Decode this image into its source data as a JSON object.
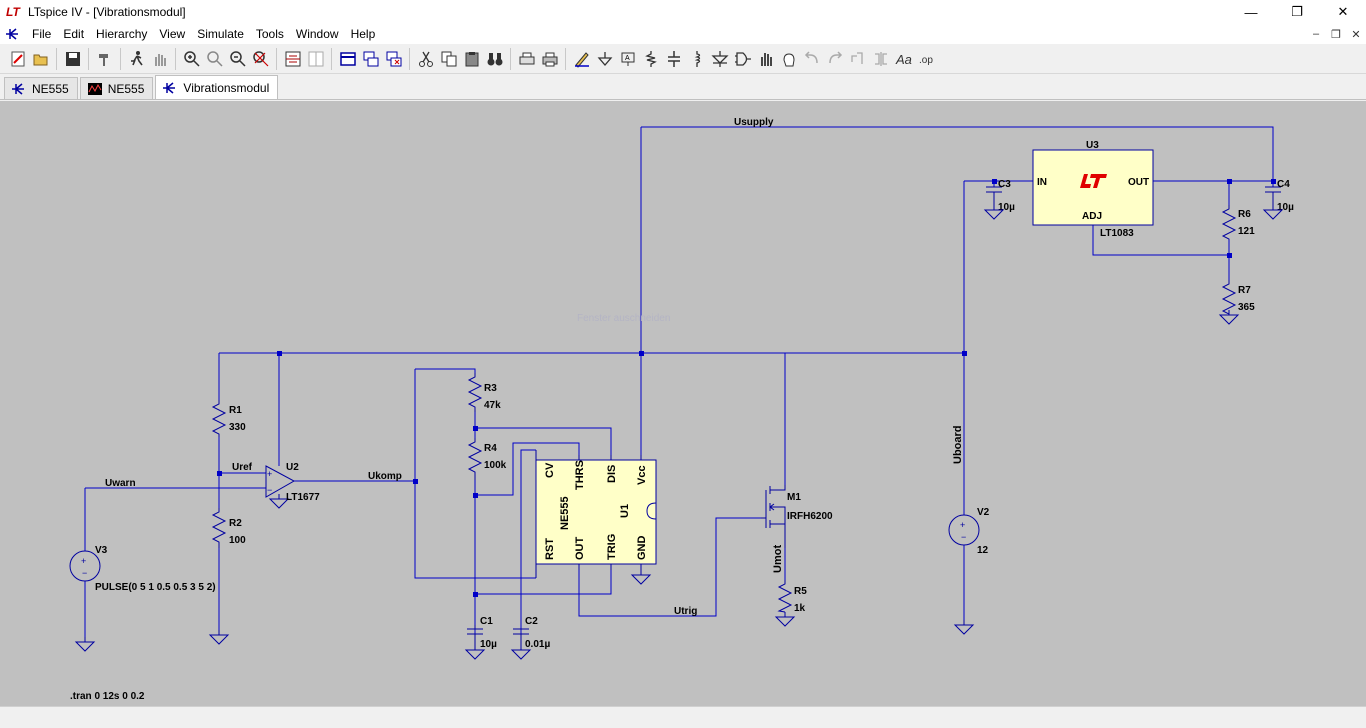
{
  "window": {
    "app_name": "LTspice IV",
    "document": "[Vibrationsmodul]",
    "title": "LTspice IV - [Vibrationsmodul]"
  },
  "menu": [
    "File",
    "Edit",
    "Hierarchy",
    "View",
    "Simulate",
    "Tools",
    "Window",
    "Help"
  ],
  "tabs": [
    {
      "label": "NE555",
      "icon": "schematic-icon"
    },
    {
      "label": "NE555",
      "icon": "waveform-icon"
    },
    {
      "label": "Vibrationsmodul",
      "icon": "schematic-icon",
      "active": true
    }
  ],
  "colors": {
    "canvas": "#c0c0c0",
    "wire": "#0000c8",
    "component": "#0000a0",
    "ic_fill": "#ffffc8",
    "lt_logo": "#e00000"
  },
  "schematic": {
    "net_labels": {
      "usupply": "Usupply",
      "uwarn": "Uwarn",
      "uref": "Uref",
      "ukomp": "Ukomp",
      "utrig": "Utrig",
      "uboard": "Uboard",
      "umot": "Umot"
    },
    "components": {
      "r1": {
        "ref": "R1",
        "value": "330"
      },
      "r2": {
        "ref": "R2",
        "value": "100"
      },
      "r3": {
        "ref": "R3",
        "value": "47k"
      },
      "r4": {
        "ref": "R4",
        "value": "100k"
      },
      "r5": {
        "ref": "R5",
        "value": "1k"
      },
      "r6": {
        "ref": "R6",
        "value": "121"
      },
      "r7": {
        "ref": "R7",
        "value": "365"
      },
      "c1": {
        "ref": "C1",
        "value": "10µ"
      },
      "c2": {
        "ref": "C2",
        "value": "0.01µ"
      },
      "c3": {
        "ref": "C3",
        "value": "10µ"
      },
      "c4": {
        "ref": "C4",
        "value": "10µ"
      },
      "u1": {
        "ref": "U1",
        "part": "NE555",
        "pins": {
          "cv": "CV",
          "thrs": "THRS",
          "dis": "DIS",
          "vcc": "Vcc",
          "rst": "RST",
          "out": "OUT",
          "trig": "TRIG",
          "gnd": "GND"
        }
      },
      "u2": {
        "ref": "U2",
        "part": "LT1677"
      },
      "u3": {
        "ref": "U3",
        "part": "LT1083",
        "pins": {
          "in": "IN",
          "out": "OUT",
          "adj": "ADJ"
        }
      },
      "m1": {
        "ref": "M1",
        "part": "IRFH6200"
      },
      "v2": {
        "ref": "V2",
        "value": "12"
      },
      "v3": {
        "ref": "V3",
        "value": "PULSE(0 5 1 0.5 0.5 3 5 2)"
      }
    },
    "directive": ".tran 0 12s 0 0.2",
    "faint_text": "Fenster auschneiden"
  }
}
